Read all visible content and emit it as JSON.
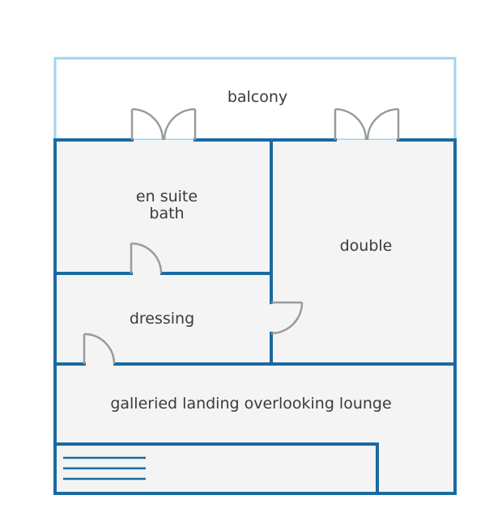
{
  "rooms": {
    "balcony": "balcony",
    "en_suite": [
      "en suite",
      "bath"
    ],
    "double": "double",
    "dressing": "dressing",
    "landing": "galleried landing overlooking lounge"
  },
  "colors": {
    "wall": "#1a6aa1",
    "balcony_outline": "#9fd3ef",
    "floor": "#f4f4f4",
    "door": "#9a9a9a",
    "text": "#3a3a3a"
  }
}
